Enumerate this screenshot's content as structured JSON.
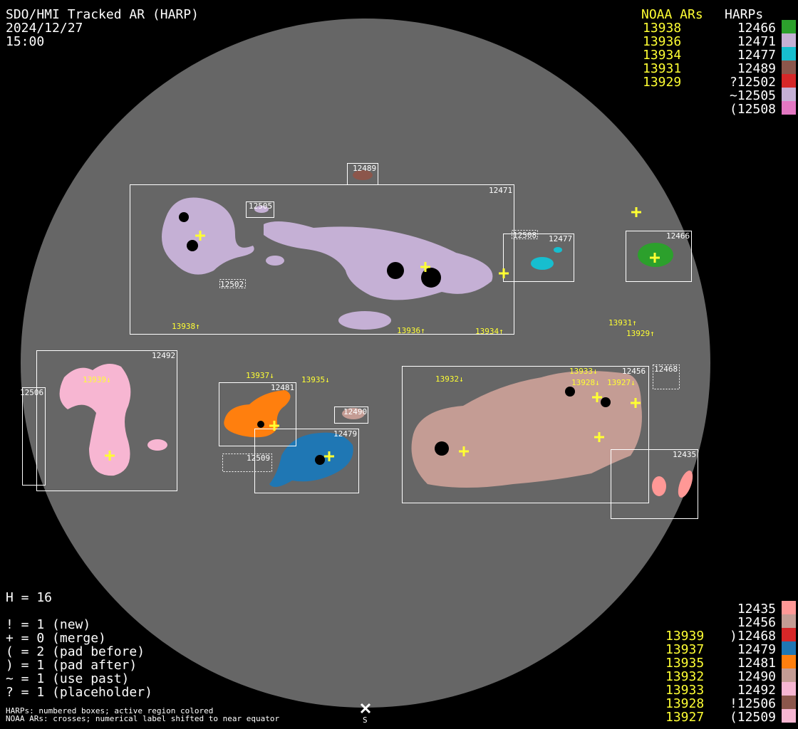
{
  "header": {
    "title": "SDO/HMI Tracked AR (HARP)",
    "date": "2024/12/27",
    "time": "15:00"
  },
  "legend_top": {
    "noaa_header": "NOAA ARs",
    "harp_header": "HARPs",
    "noaa": [
      "13938",
      "13936",
      "13934",
      "13931",
      "13929"
    ],
    "harps": [
      {
        "label": "12466",
        "color": "#2ca02c"
      },
      {
        "label": "12471",
        "color": "#c5b0d5"
      },
      {
        "label": "12477",
        "color": "#17becf"
      },
      {
        "label": "12489",
        "color": "#8c564b"
      },
      {
        "label": "?12502",
        "color": "#d62728"
      },
      {
        "label": "~12505",
        "color": "#c5b0d5"
      },
      {
        "label": "(12508",
        "color": "#e377c2"
      }
    ]
  },
  "legend_bottom": {
    "noaa": [
      "13939",
      "13937",
      "13935",
      "13932",
      "13933",
      "13928",
      "13927"
    ],
    "harps": [
      {
        "label": "12435",
        "color": "#ff9896"
      },
      {
        "label": "12456",
        "color": "#c49c94"
      },
      {
        "label": ")12468",
        "color": "#d62728"
      },
      {
        "label": "12479",
        "color": "#1f77b4"
      },
      {
        "label": "12481",
        "color": "#ff7f0e"
      },
      {
        "label": "12490",
        "color": "#c49c94"
      },
      {
        "label": "12492",
        "color": "#f7b6d2"
      },
      {
        "label": "!12506",
        "color": "#8c564b"
      },
      {
        "label": "(12509",
        "color": "#f7b6d2"
      }
    ]
  },
  "stats": {
    "h": "H = 16",
    "flags": [
      "! = 1 (new)",
      "+ = 0 (merge)",
      "( = 2 (pad before)",
      ") = 1 (pad after)",
      "~ = 1 (use past)",
      "? = 1 (placeholder)"
    ],
    "notes": [
      "HARPs: numbered boxes; active region colored",
      "NOAA ARs: crosses; numerical label shifted to near equator"
    ]
  },
  "disk": {
    "south_label": "S",
    "harp_labels": {
      "h12471": "12471",
      "h12489": "12489",
      "h12505": "12505",
      "h12508": "12508",
      "h12477": "12477",
      "h12466": "12466",
      "h12502": "12502",
      "h12492": "12492",
      "h12506": "12506",
      "h12481": "12481",
      "h12490": "12490",
      "h12479": "12479",
      "h12509": "12509",
      "h12456": "12456",
      "h12468": "12468",
      "h12435": "12435"
    },
    "noaa_labels": {
      "n13938": "13938↑",
      "n13936": "13936↑",
      "n13934": "13934↑",
      "n13931": "13931↑",
      "n13929": "13929↑",
      "n13937": "13937↓",
      "n13935": "13935↓",
      "n13939": "13939↓",
      "n13932": "13932↓",
      "n13933": "13933↓",
      "n13928": "13928↓",
      "n13927": "13927↓"
    }
  }
}
